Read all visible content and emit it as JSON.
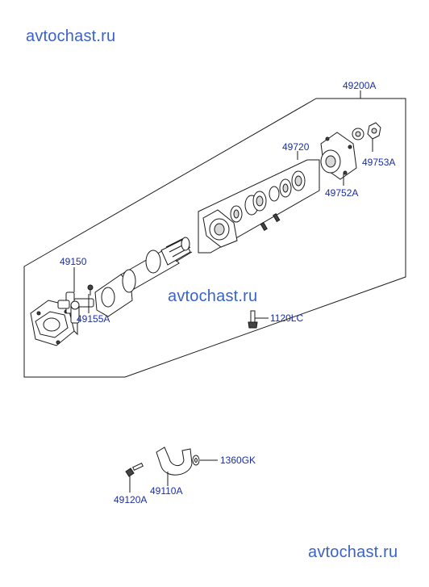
{
  "watermarks": {
    "top": "avtochast.ru",
    "middle": "avtochast.ru",
    "bottom": "avtochast.ru"
  },
  "labels": {
    "assembly": "49200A",
    "bearing_kit": "49720",
    "flange": "49752A",
    "nut": "49753A",
    "spider": "49150",
    "grease_fitting": "49155A",
    "bolt": "1120LC",
    "washer": "1360GK",
    "bracket": "49110A",
    "bracket_bolt": "49120A"
  }
}
